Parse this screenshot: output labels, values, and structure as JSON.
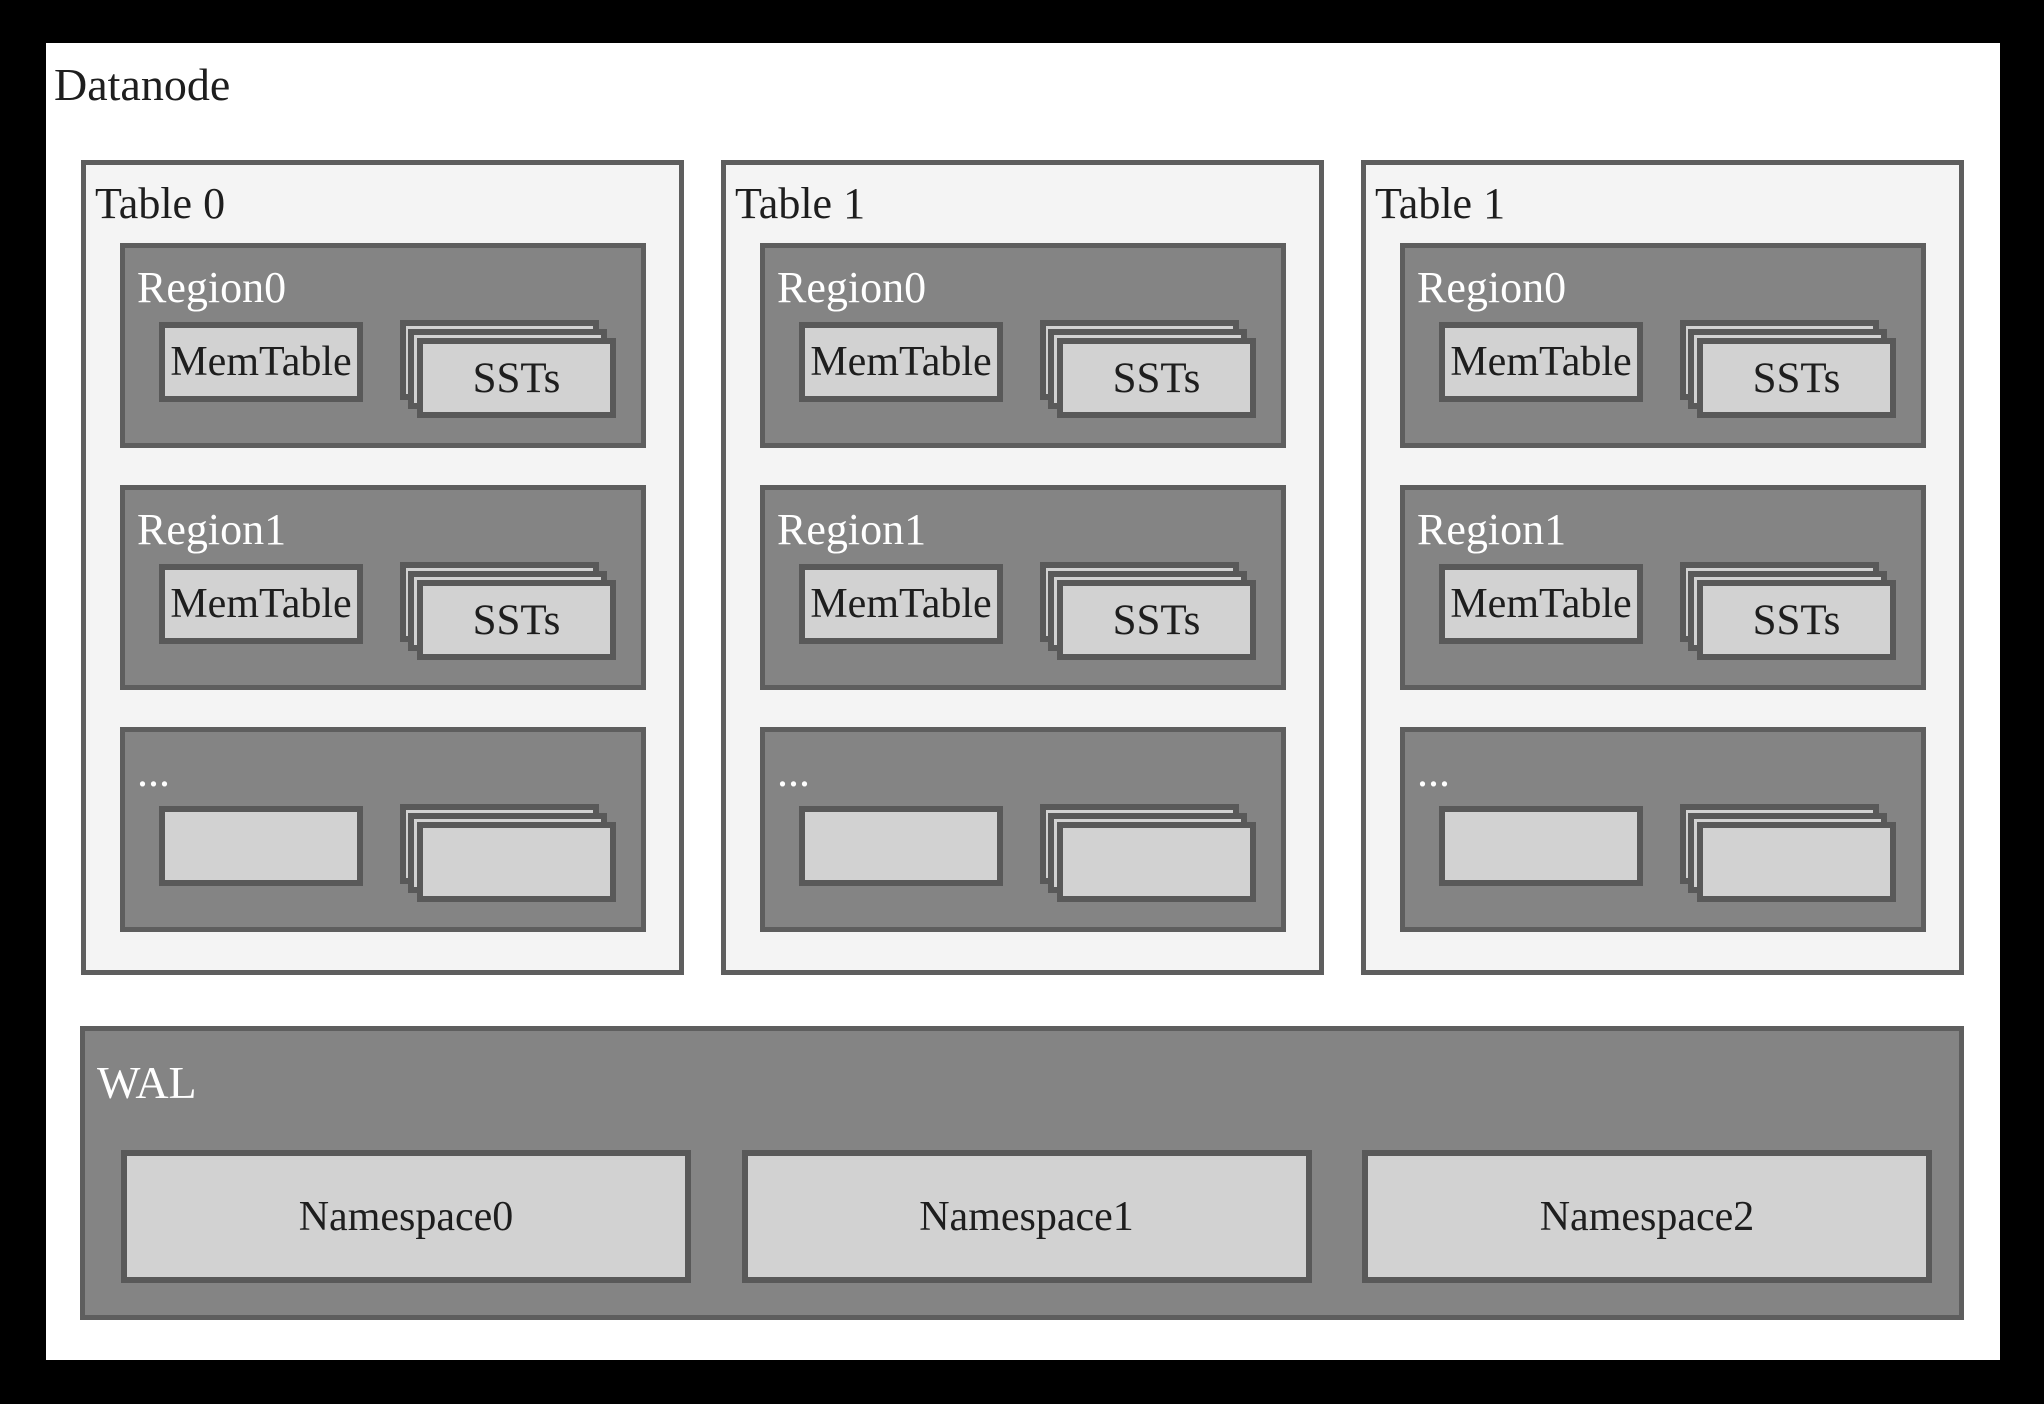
{
  "title": "Datanode",
  "tables": [
    {
      "label": "Table 0",
      "regions": [
        {
          "label": "Region0",
          "memtable": "MemTable",
          "ssts": "SSTs"
        },
        {
          "label": "Region1",
          "memtable": "MemTable",
          "ssts": "SSTs"
        },
        {
          "label": "...",
          "memtable": "",
          "ssts": ""
        }
      ]
    },
    {
      "label": "Table 1",
      "regions": [
        {
          "label": "Region0",
          "memtable": "MemTable",
          "ssts": "SSTs"
        },
        {
          "label": "Region1",
          "memtable": "MemTable",
          "ssts": "SSTs"
        },
        {
          "label": "...",
          "memtable": "",
          "ssts": ""
        }
      ]
    },
    {
      "label": "Table 1",
      "regions": [
        {
          "label": "Region0",
          "memtable": "MemTable",
          "ssts": "SSTs"
        },
        {
          "label": "Region1",
          "memtable": "MemTable",
          "ssts": "SSTs"
        },
        {
          "label": "...",
          "memtable": "",
          "ssts": ""
        }
      ]
    }
  ],
  "wal": {
    "label": "WAL",
    "namespaces": [
      "Namespace0",
      "Namespace1",
      "Namespace2"
    ]
  },
  "colors": {
    "frame": "#000000",
    "page": "#ffffff",
    "table_fill": "#f4f4f4",
    "container_border": "#5e5e5e",
    "region_fill": "#848484",
    "box_fill": "#d2d2d2",
    "box_border": "#595959",
    "text_dark": "#1e1e1e",
    "text_light": "#ffffff"
  }
}
